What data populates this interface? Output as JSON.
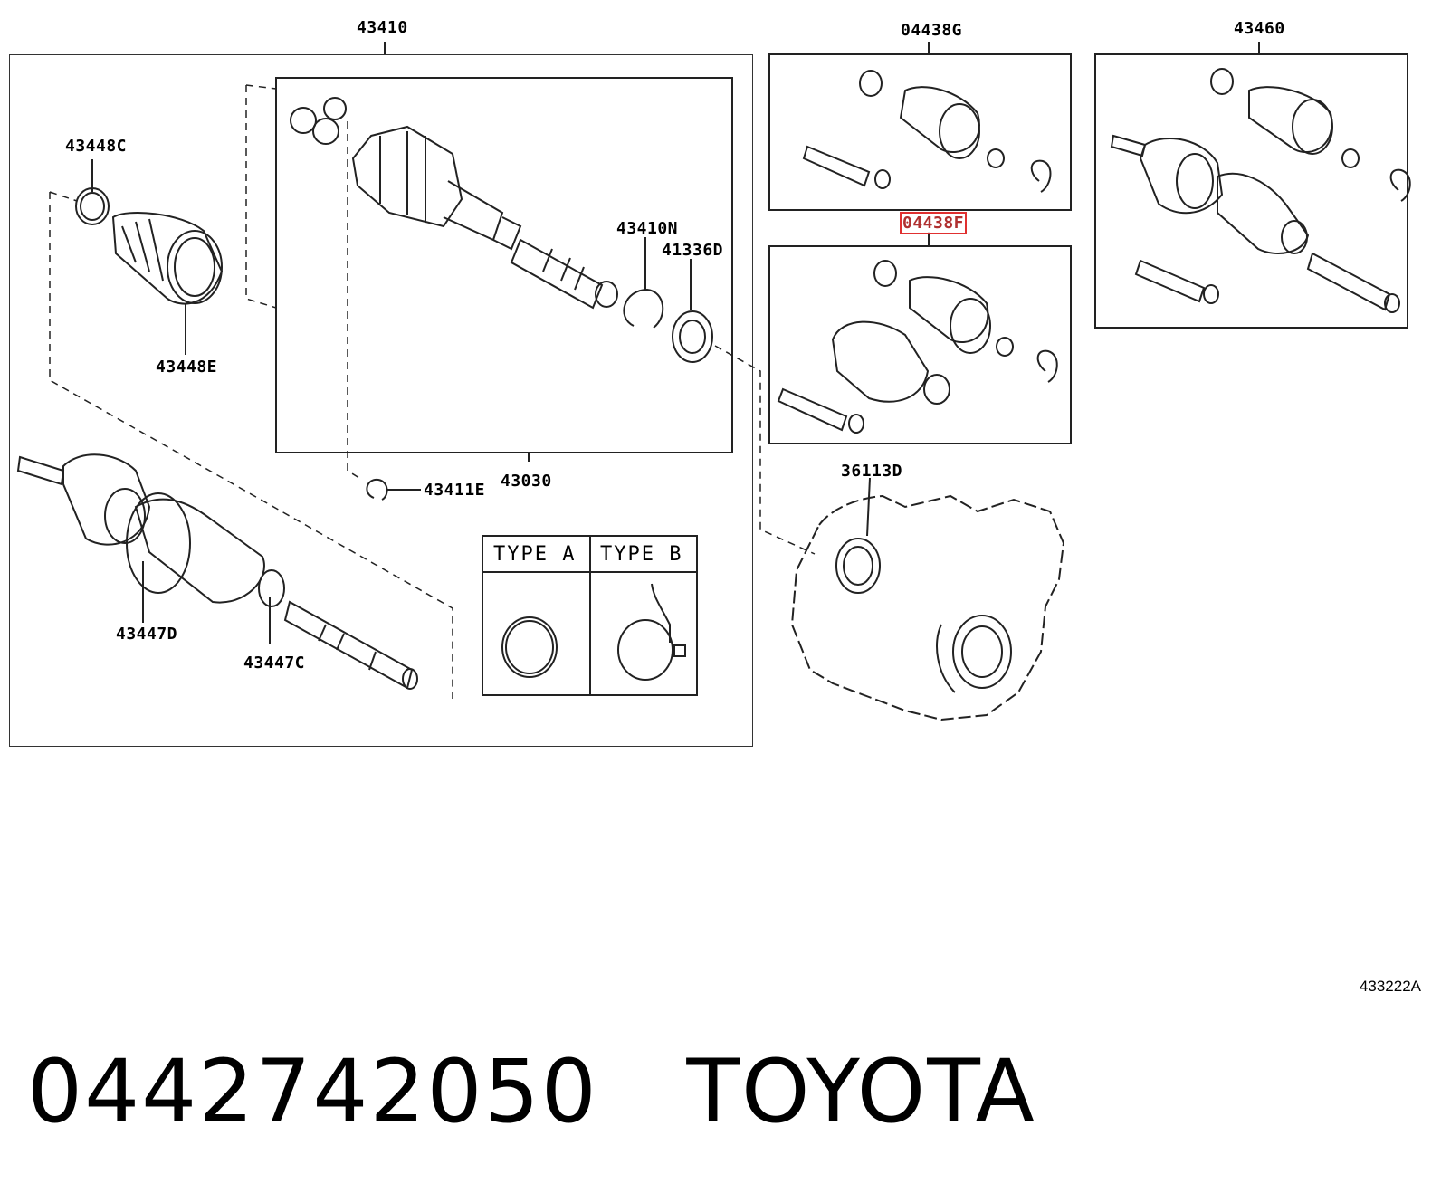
{
  "diagram": {
    "labels": {
      "l43410": "43410",
      "l04438G": "04438G",
      "l43460": "43460",
      "l43448C": "43448C",
      "l43448E": "43448E",
      "l43410N": "43410N",
      "l41336D": "41336D",
      "l43030": "43030",
      "l43411E": "43411E",
      "l04438F": "04438F",
      "l36113D": "36113D",
      "l43447D": "43447D",
      "l43447C": "43447C"
    },
    "legend": {
      "type_a": "TYPE A",
      "type_b": "TYPE B"
    },
    "diagram_code": "433222A",
    "highlight_color": "#e03030"
  },
  "footer": {
    "part_number": "0442742050",
    "brand": "TOYOTA"
  }
}
